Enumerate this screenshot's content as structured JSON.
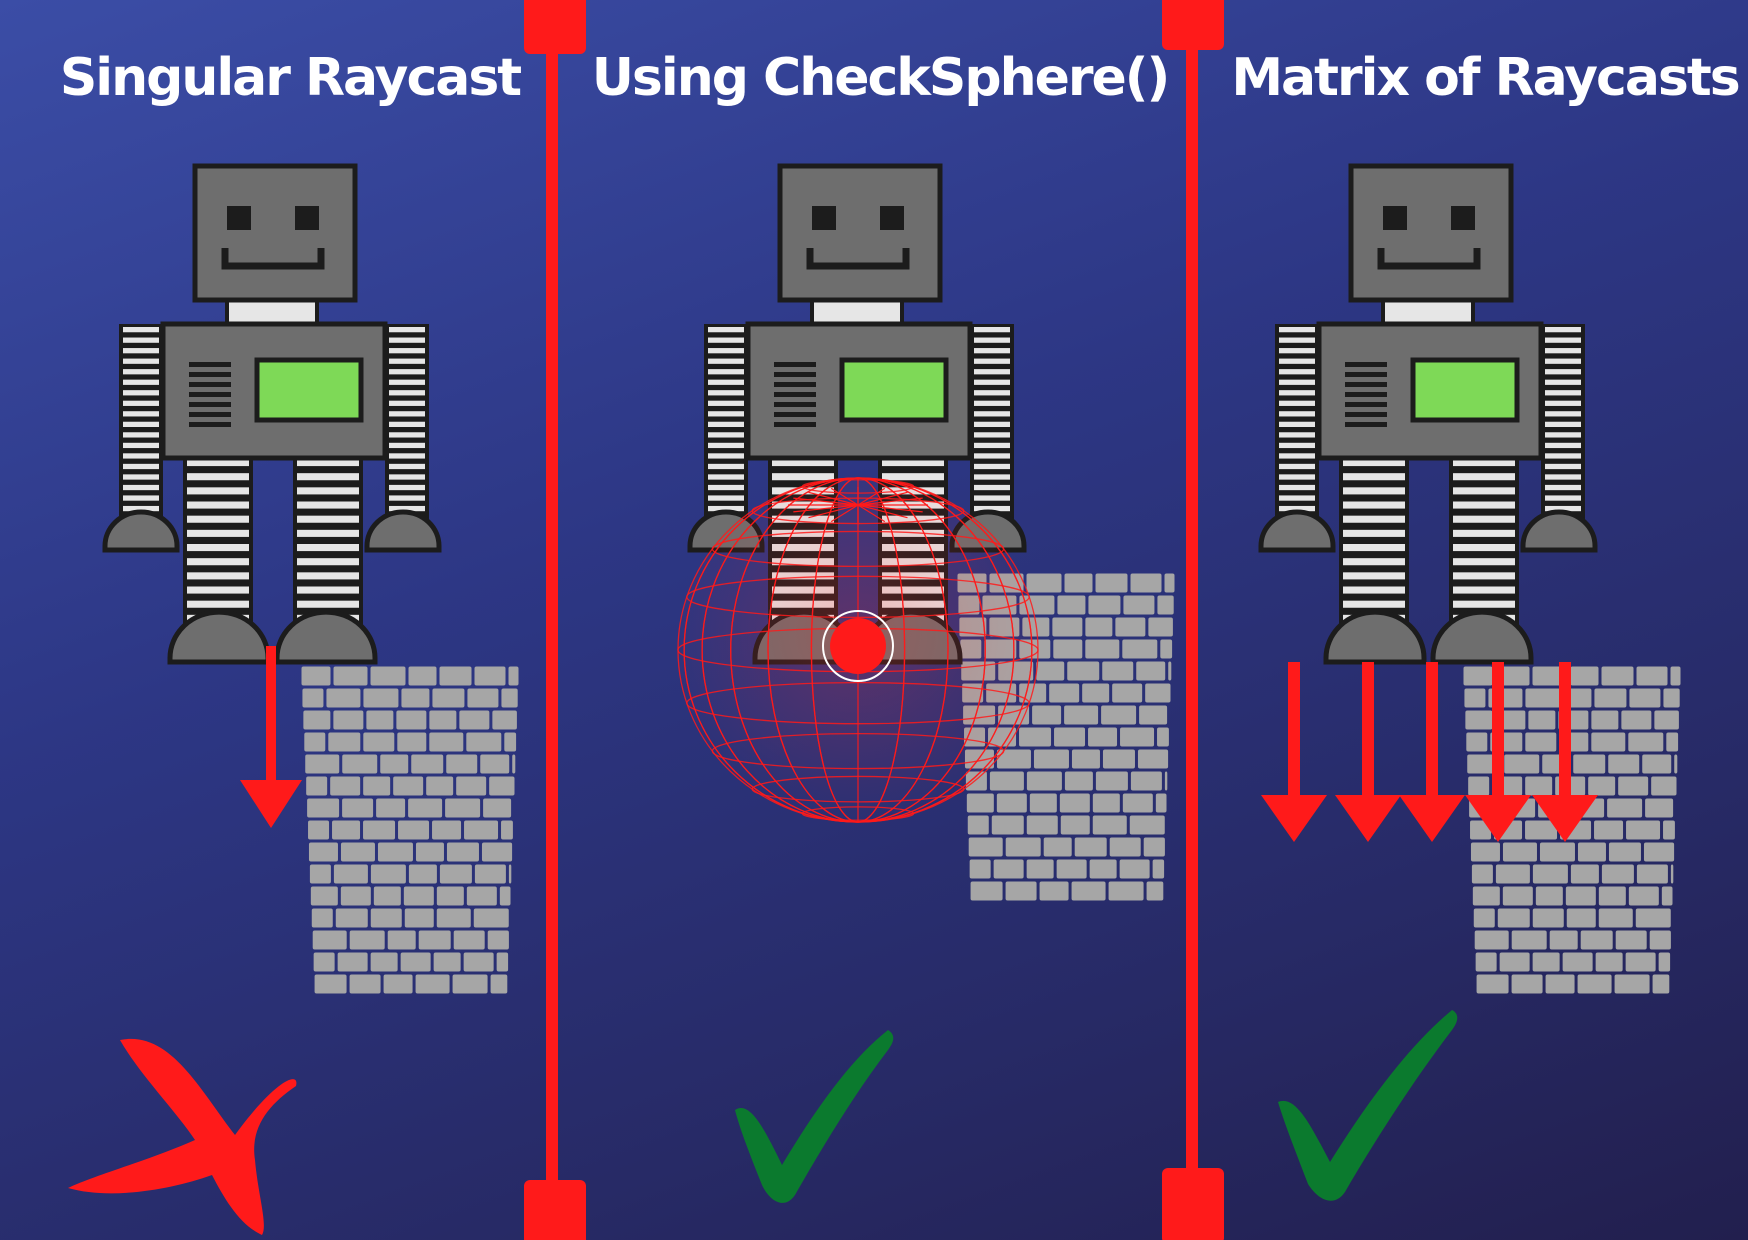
{
  "panels": [
    {
      "title": "Singular Raycast",
      "result": "cross-icon"
    },
    {
      "title": "Using CheckSphere()",
      "result": "check-icon"
    },
    {
      "title": "Matrix of Raycasts",
      "result": "check-icon"
    }
  ],
  "colors": {
    "background_top": "#3b4da6",
    "background_bottom": "#221f4e",
    "divider": "#ff1a1a",
    "ray": "#ff1a1a",
    "sphere": "#ff1a1a",
    "robot_body": "#6e6e6e",
    "robot_outline": "#1c1c1c",
    "robot_screen": "#7ed957",
    "stripe_light": "#e6e6e6",
    "wall": "#a6a6a6",
    "check": "#0b7a2e",
    "cross": "#ff1a1a"
  }
}
